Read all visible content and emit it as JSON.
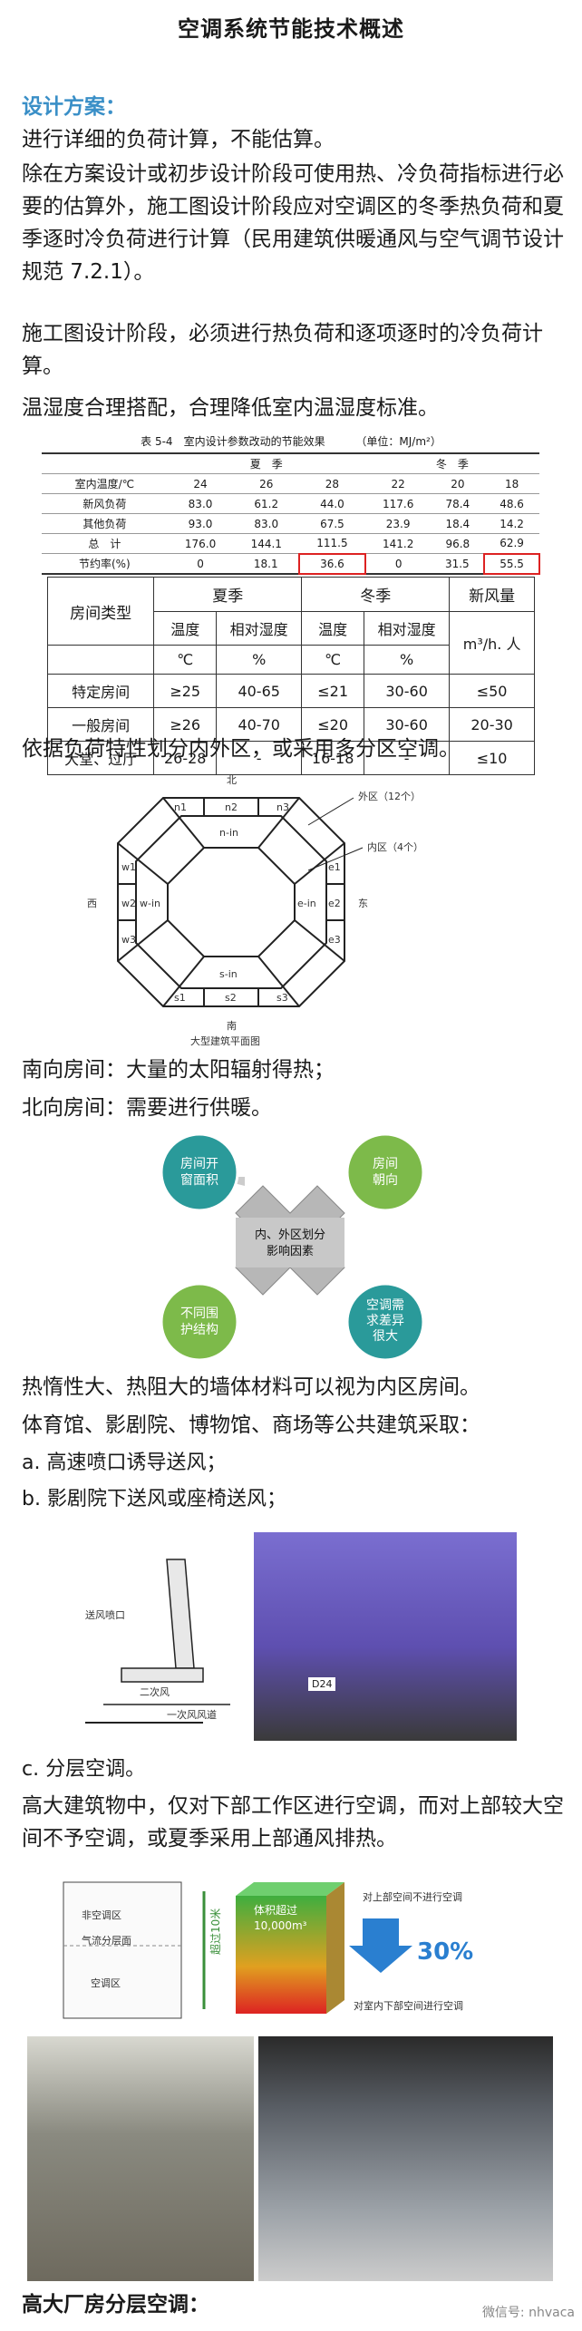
{
  "title": "空调系统节能技术概述",
  "section_head": "设计方案：",
  "paras": {
    "p1": "进行详细的负荷计算，不能估算。",
    "p2": "除在方案设计或初步设计阶段可使用热、冷负荷指标进行必要的估算外，施工图设计阶段应对空调区的冬季热负荷和夏季逐时冷负荷进行计算（民用建筑供暖通风与空气调节设计规范 7.2.1）。",
    "p3": "施工图设计阶段，必须进行热负荷和逐项逐时的冷负荷计算。",
    "p4": "温湿度合理搭配，合理降低室内温湿度标准。",
    "p5": "依据负荷特性划分内外区，或采用多分区空调。",
    "p6": "南向房间：大量的太阳辐射得热；",
    "p7": "北向房间：需要进行供暖。",
    "p8": "热惰性大、热阻大的墙体材料可以视为内区房间。",
    "p9": "体育馆、影剧院、博物馆、商场等公共建筑采取：",
    "p10": "a. 高速喷口诱导送风；",
    "p11": "b. 影剧院下送风或座椅送风；",
    "p12": "c. 分层空调。",
    "p13": "高大建筑物中，仅对下部工作区进行空调，而对上部较大空间不予空调，或夏季采用上部通风排热。",
    "p14": "高大厂房分层空调："
  },
  "table1": {
    "caption": "表 5-4　室内设计参数改动的节能效果",
    "unit": "（单位：MJ/m²）",
    "summer": "夏　季",
    "winter": "冬　季",
    "rows": [
      [
        "室内温度/℃",
        "24",
        "26",
        "28",
        "22",
        "20",
        "18"
      ],
      [
        "新风负荷",
        "83.0",
        "61.2",
        "44.0",
        "117.6",
        "78.4",
        "48.6"
      ],
      [
        "其他负荷",
        "93.0",
        "83.0",
        "67.5",
        "23.9",
        "18.4",
        "14.2"
      ],
      [
        "总　计",
        "176.0",
        "144.1",
        "111.5",
        "141.2",
        "96.8",
        "62.9"
      ],
      [
        "节约率(%)",
        "0",
        "18.1",
        "36.6",
        "0",
        "31.5",
        "55.5"
      ]
    ]
  },
  "table2": {
    "room_type": "房间类型",
    "summer": "夏季",
    "winter": "冬季",
    "fresh_air": "新风量",
    "temp": "温度",
    "humidity": "相对湿度",
    "unit_c": "℃",
    "unit_pct": "%",
    "unit_air": "m³/h. 人",
    "rows": [
      [
        "特定房间",
        "≥25",
        "40-65",
        "≤21",
        "30-60",
        "≤50"
      ],
      [
        "一般房间",
        "≥26",
        "40-70",
        "≤20",
        "30-60",
        "20-30"
      ],
      [
        "大堂、过厅",
        "26-28",
        "-",
        "16-18",
        "-",
        "≤10"
      ]
    ]
  },
  "zone_fig": {
    "north": "北",
    "south": "南",
    "west": "西",
    "east": "东",
    "outer": "外区（12个）",
    "inner": "内区（4个）",
    "caption": "大型建筑平面图",
    "labels": [
      "n1",
      "n2",
      "n3",
      "e1",
      "e2",
      "e3",
      "s1",
      "s2",
      "s3",
      "w1",
      "w2",
      "w3",
      "n-in",
      "e-in",
      "s-in",
      "w-in"
    ]
  },
  "factors": {
    "center": "内、外区划分影响因素",
    "a": "房间开窗面积",
    "b": "房间朝向",
    "c": "不同围护结构",
    "d": "空调需求差异很大"
  },
  "seat_fig": {
    "nozzle": "送风喷口",
    "secondary": "二次风",
    "primary": "一次风风道",
    "seat_tag": "D24"
  },
  "layer_fig": {
    "zone1": "非空调区",
    "zone2": "气流分层面",
    "zone3": "空调区",
    "height": "超过10米",
    "volume": "体积超过",
    "volume_val": "10,000m³",
    "top_note": "对上部空间不进行空调",
    "bottom_note": "对室内下部空间进行空调",
    "saving": "30%"
  },
  "watermark": "微信号: nhvaca",
  "colors": {
    "accent": "#3a8fc7",
    "red": "#d22222",
    "green_circle": "#7dba4a",
    "teal_circle": "#2a9a9a"
  }
}
